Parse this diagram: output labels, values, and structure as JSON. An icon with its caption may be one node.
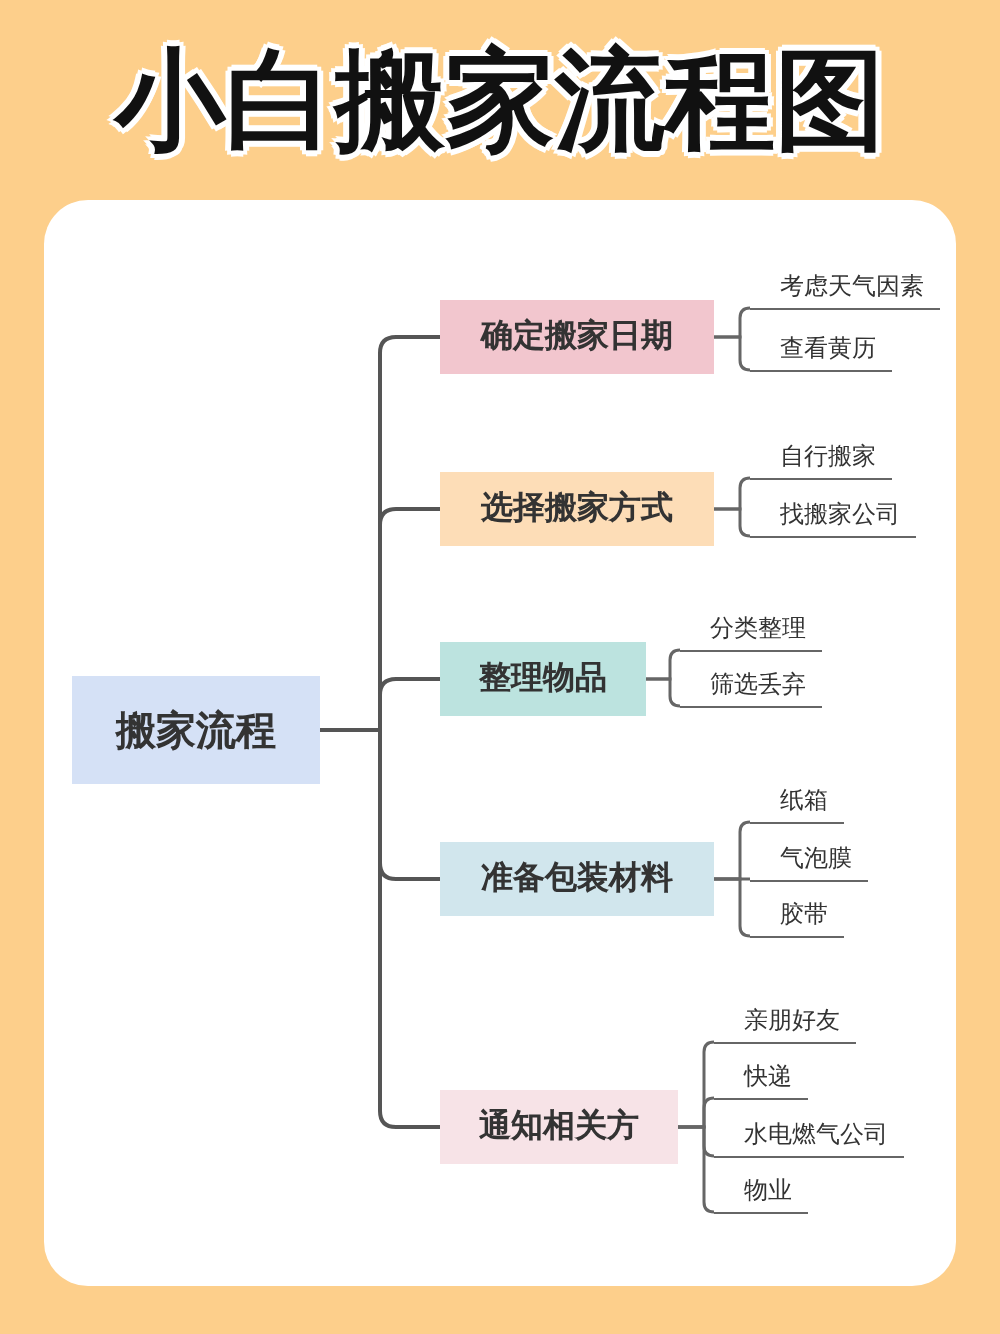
{
  "diagram": {
    "title": "小白搬家流程图",
    "nodes": [
      {
        "text": [
          "搬家流程"
        ]
      },
      {
        "text": [
          "确定搬家日期"
        ]
      },
      {
        "text": [
          "考虑天气因素"
        ]
      },
      {
        "text": [
          "查看黄历"
        ]
      },
      {
        "text": [
          "选择搬家方式"
        ]
      },
      {
        "text": [
          "自行搬家"
        ]
      },
      {
        "text": [
          "找搬家公司"
        ]
      },
      {
        "text": [
          "整理物品"
        ]
      },
      {
        "text": [
          "分类整理"
        ]
      },
      {
        "text": [
          "筛选丢弃"
        ]
      },
      {
        "text": [
          "准备包装材料"
        ]
      },
      {
        "text": [
          "纸箱"
        ]
      },
      {
        "text": [
          "气泡膜"
        ]
      },
      {
        "text": [
          "胶带"
        ]
      },
      {
        "text": [
          "通知相关方"
        ]
      },
      {
        "text": [
          "亲朋好友"
        ]
      },
      {
        "text": [
          "快递"
        ]
      },
      {
        "text": [
          "水电燃气公司"
        ]
      },
      {
        "text": [
          "物业"
        ]
      }
    ],
    "edges": [
      {
        "from": 0,
        "to": 1,
        "arrow": "none"
      },
      {
        "from": 0,
        "to": 4,
        "arrow": "none"
      },
      {
        "from": 0,
        "to": 7,
        "arrow": "none"
      },
      {
        "from": 0,
        "to": 10,
        "arrow": "none"
      },
      {
        "from": 0,
        "to": 14,
        "arrow": "none"
      },
      {
        "from": 1,
        "to": 2,
        "arrow": "none"
      },
      {
        "from": 1,
        "to": 3,
        "arrow": "none"
      },
      {
        "from": 4,
        "to": 5,
        "arrow": "none"
      },
      {
        "from": 4,
        "to": 6,
        "arrow": "none"
      },
      {
        "from": 7,
        "to": 8,
        "arrow": "none"
      },
      {
        "from": 7,
        "to": 9,
        "arrow": "none"
      },
      {
        "from": 10,
        "to": 11,
        "arrow": "none"
      },
      {
        "from": 10,
        "to": 12,
        "arrow": "none"
      },
      {
        "from": 10,
        "to": 13,
        "arrow": "none"
      },
      {
        "from": 14,
        "to": 15,
        "arrow": "none"
      },
      {
        "from": 14,
        "to": 16,
        "arrow": "none"
      },
      {
        "from": 14,
        "to": 17,
        "arrow": "none"
      },
      {
        "from": 14,
        "to": 18,
        "arrow": "none"
      }
    ]
  }
}
